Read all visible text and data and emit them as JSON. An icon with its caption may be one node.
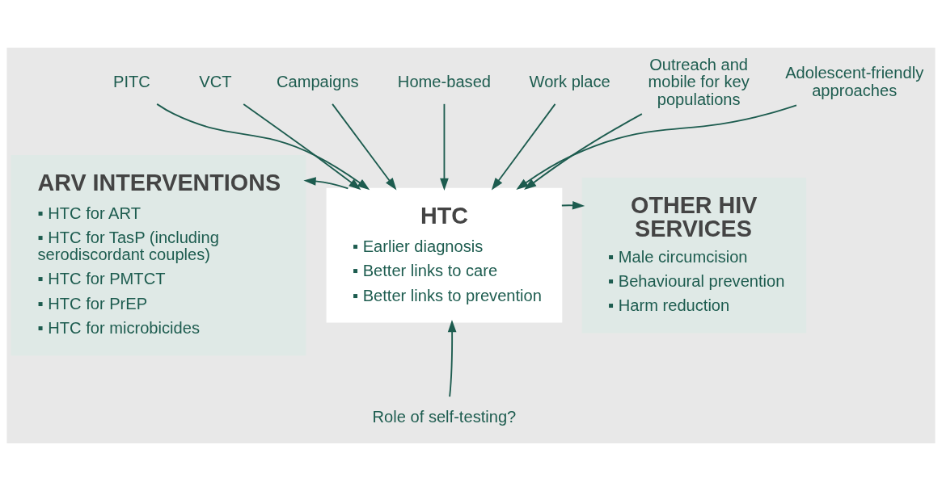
{
  "diagram": {
    "nodes": [
      {
        "text": [
          "ARV INTERVENTIONS",
          "▪ HTC for ART",
          "▪ HTC for TasP (including serodiscordant couples)",
          "▪ HTC for PMTCT",
          "▪ HTC for PrEP",
          "▪ HTC for microbicides"
        ]
      },
      {
        "text": [
          "HTC",
          "▪ Earlier diagnosis",
          "▪ Better links to care",
          "▪ Better links to prevention"
        ]
      },
      {
        "text": [
          "OTHER HIV SERVICES",
          "▪ Male circumcision",
          "▪ Behavioural prevention",
          "▪ Harm reduction"
        ]
      },
      {
        "text": [
          "PITC"
        ]
      },
      {
        "text": [
          "VCT"
        ]
      },
      {
        "text": [
          "Campaigns"
        ]
      },
      {
        "text": [
          "Home-based"
        ]
      },
      {
        "text": [
          "Work place"
        ]
      },
      {
        "text": [
          "Outreach and mobile for key populations"
        ]
      },
      {
        "text": [
          "Adolescent-friendly approaches"
        ]
      },
      {
        "text": [
          "Role of self-testing?"
        ]
      }
    ],
    "edges": [
      {
        "from": 1,
        "to": 0,
        "arrow": "to"
      },
      {
        "from": 1,
        "to": 2,
        "arrow": "to"
      },
      {
        "from": 3,
        "to": 1,
        "arrow": "to"
      },
      {
        "from": 4,
        "to": 1,
        "arrow": "to"
      },
      {
        "from": 5,
        "to": 1,
        "arrow": "to"
      },
      {
        "from": 6,
        "to": 1,
        "arrow": "to"
      },
      {
        "from": 7,
        "to": 1,
        "arrow": "to"
      },
      {
        "from": 8,
        "to": 1,
        "arrow": "to"
      },
      {
        "from": 9,
        "to": 1,
        "arrow": "to"
      },
      {
        "from": 10,
        "to": 1,
        "arrow": "to"
      }
    ]
  }
}
